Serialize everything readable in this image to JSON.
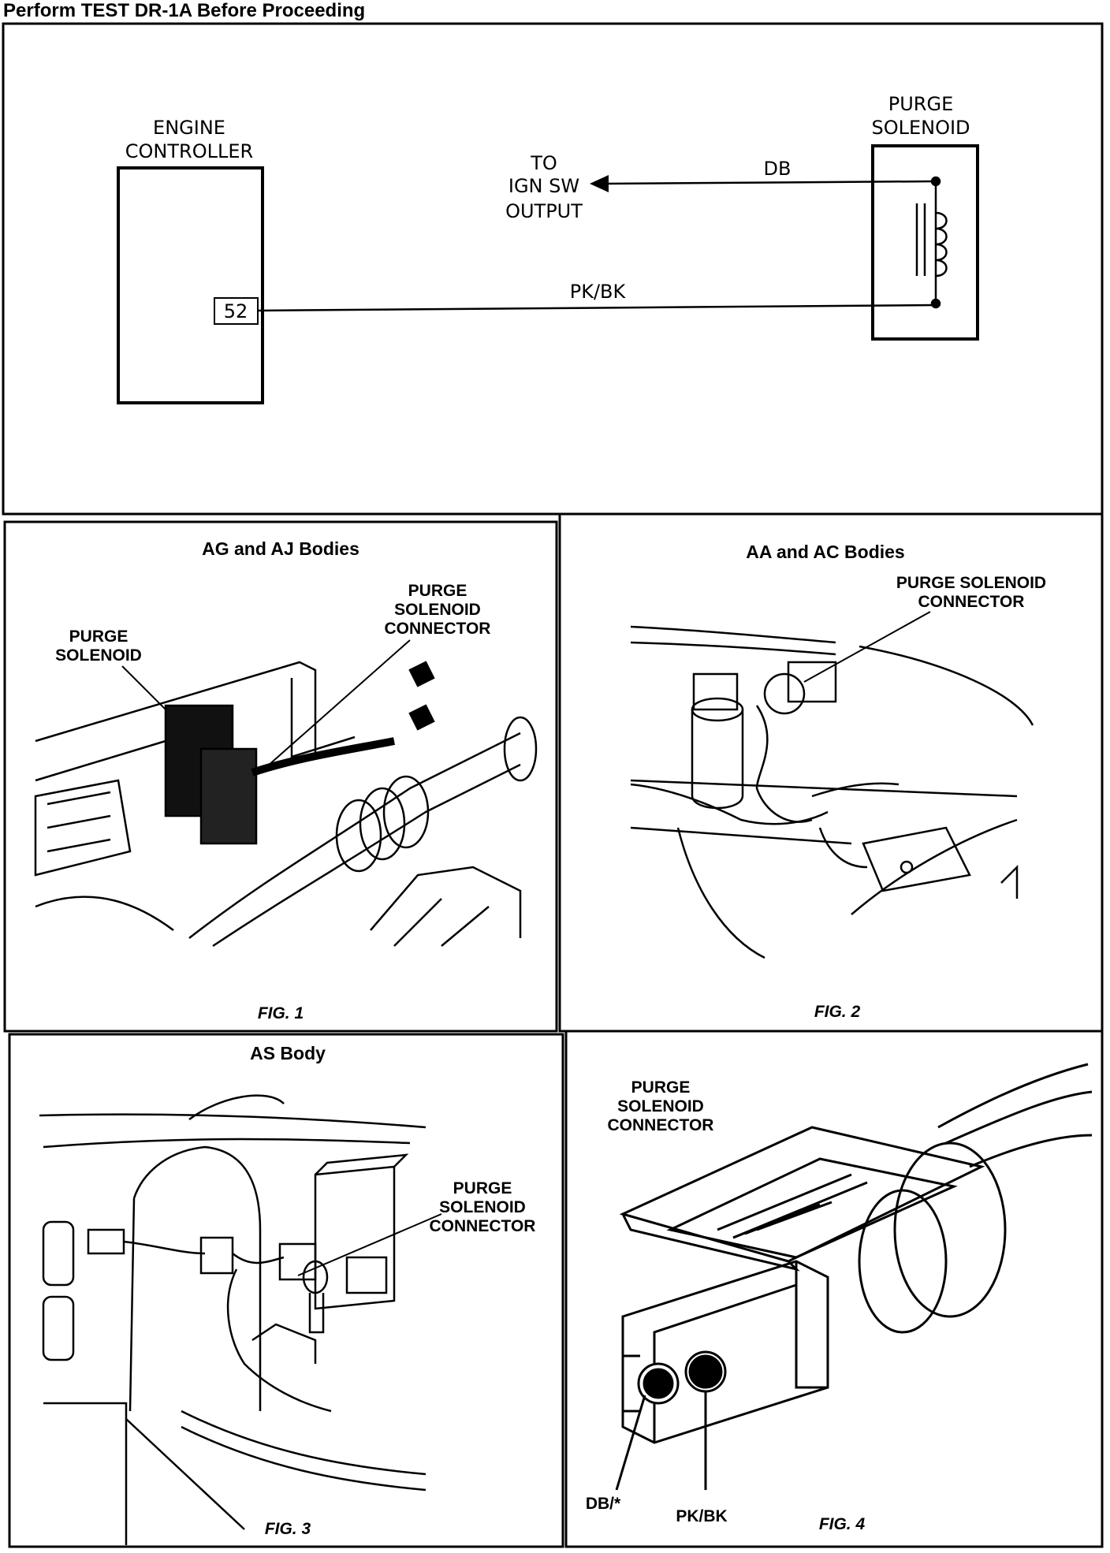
{
  "header": "Perform TEST DR-1A Before Proceeding",
  "schematic": {
    "controller_label_1": "ENGINE",
    "controller_label_2": "CONTROLLER",
    "pin": "52",
    "solenoid_label_1": "PURGE",
    "solenoid_label_2": "SOLENOID",
    "to_line_1": "TO",
    "to_line_2": "IGN SW",
    "to_line_3": "OUTPUT",
    "wire_top": "DB",
    "wire_bottom": "PK/BK"
  },
  "fig1": {
    "title": "AG and AJ Bodies",
    "solenoid_1": "PURGE",
    "solenoid_2": "SOLENOID",
    "connector_1": "PURGE",
    "connector_2": "SOLENOID",
    "connector_3": "CONNECTOR",
    "caption": "FIG. 1"
  },
  "fig2": {
    "title": "AA and AC Bodies",
    "connector_1": "PURGE SOLENOID",
    "connector_2": "CONNECTOR",
    "caption": "FIG. 2"
  },
  "fig3": {
    "title": "AS Body",
    "connector_1": "PURGE",
    "connector_2": "SOLENOID",
    "connector_3": "CONNECTOR",
    "caption": "FIG. 3"
  },
  "fig4": {
    "label_1": "PURGE",
    "label_2": "SOLENOID",
    "label_3": "CONNECTOR",
    "pin_left": "DB/*",
    "pin_right": "PK/BK",
    "caption": "FIG. 4"
  }
}
